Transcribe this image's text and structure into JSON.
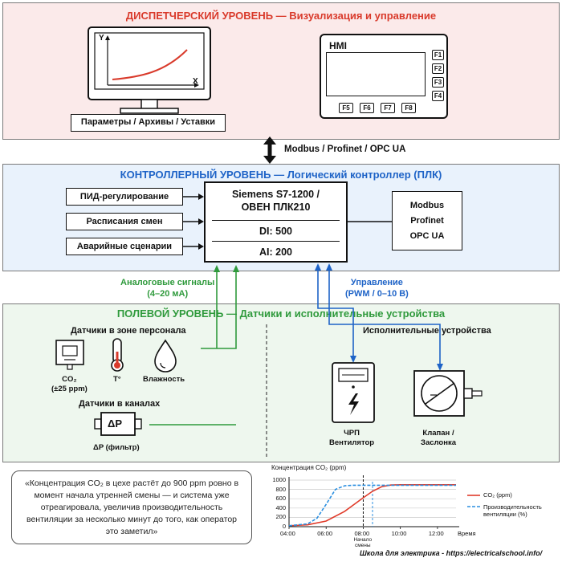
{
  "dispatcher": {
    "title": "ДИСПЕТЧЕРСКИЙ УРОВЕНЬ — Визуализация и управление",
    "axis_y": "Y",
    "axis_x": "X",
    "monitor_caption": "Параметры / Архивы / Уставки",
    "hmi_label": "HMI",
    "side_keys": [
      "F1",
      "F2",
      "F3",
      "F4"
    ],
    "bottom_keys": [
      "F5",
      "F6",
      "F7",
      "F8"
    ]
  },
  "link_top": "Modbus / Profinet / OPC UA",
  "controller": {
    "title": "КОНТРОЛЛЕРНЫЙ УРОВЕНЬ — Логический контроллер (ПЛК)",
    "functions": [
      "ПИД-регулирование",
      "Расписания смен",
      "Аварийные сценарии"
    ],
    "plc_name": "Siemens S7-1200 /\nОВЕН ПЛК210",
    "di": "DI: 500",
    "ai": "AI: 200",
    "protocols": "Modbus\nProfinet\nOPC UA"
  },
  "analog_label": "Аналоговые сигналы\n(4–20 мА)",
  "control_label": "Управление\n(PWM / 0–10 В)",
  "field": {
    "title": "ПОЛЕВОЙ УРОВЕНЬ — Датчики и исполнительные устройства",
    "staff_zone": "Датчики в зоне персонала",
    "co2": "CO₂\n(±25 ppm)",
    "temp": "T°",
    "humidity": "Влажность",
    "ducts": "Датчики в каналах",
    "dp_symbol": "ΔP",
    "dp_label": "ΔP (фильтр)",
    "actuators": "Исполнительные устройства",
    "vfd": "ЧРП\nВентилятор",
    "valve": "Клапан /\nЗаслонка"
  },
  "quote": "«Концентрация CO₂ в цехе растёт до 900 ppm ровно в момент начала утренней смены — и система уже отреагировала, увеличив производительность вентиляции за несколько минут до того, как оператор это заметил»",
  "chart": {
    "ylabel": "Концентрация CO₂ (ppm)",
    "xlabel": "Время",
    "yticks": [
      "0",
      "200",
      "400",
      "600",
      "800",
      "1000"
    ],
    "xticks": [
      "04:00",
      "06:00",
      "08:00",
      "10:00",
      "12:00"
    ],
    "marker": "Начало\nсмены",
    "legend_co2": "CO₂ (ppm)",
    "legend_vent": "Производительность\nвентиляции (%)"
  },
  "chart_data": {
    "type": "line",
    "x_labels": [
      "04:00",
      "06:00",
      "08:00",
      "10:00",
      "12:00"
    ],
    "ylabel": "Концентрация CO₂ (ppm)",
    "xlabel": "Время",
    "ylim": [
      0,
      1000
    ],
    "series": [
      {
        "name": "CO₂ (ppm)",
        "color": "#e03b2a",
        "style": "solid",
        "points": [
          [
            4.0,
            20
          ],
          [
            5.0,
            40
          ],
          [
            6.0,
            120
          ],
          [
            7.0,
            330
          ],
          [
            8.0,
            620
          ],
          [
            8.5,
            760
          ],
          [
            9.0,
            860
          ],
          [
            9.5,
            895
          ],
          [
            10.0,
            900
          ],
          [
            11.0,
            900
          ],
          [
            13.0,
            900
          ]
        ]
      },
      {
        "name": "Производительность вентиляции (%)",
        "color": "#2b8fe0",
        "style": "dashed",
        "points": [
          [
            4.0,
            20
          ],
          [
            5.0,
            60
          ],
          [
            5.5,
            180
          ],
          [
            6.0,
            480
          ],
          [
            6.5,
            800
          ],
          [
            7.0,
            880
          ],
          [
            7.5,
            890
          ],
          [
            8.0,
            890
          ],
          [
            9.0,
            890
          ],
          [
            10.0,
            890
          ],
          [
            13.0,
            890
          ]
        ]
      }
    ],
    "marker_x": 8.0,
    "grid": true,
    "legend": "right"
  },
  "footer": "Школа для электрика - https://electricalschool.info/"
}
